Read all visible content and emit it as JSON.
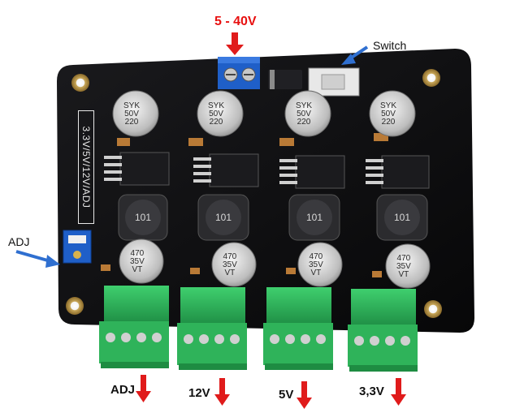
{
  "callouts": {
    "input_voltage": "5 - 40V",
    "switch": "Switch",
    "adj_potentiometer": "ADJ"
  },
  "board": {
    "silkscreen_text": "3.3V/5V/12V/ADJ",
    "input_caps": [
      {
        "line1": "SYK",
        "line2": "50V",
        "line3": "220"
      },
      {
        "line1": "SYK",
        "line2": "50V",
        "line3": "220"
      },
      {
        "line1": "SYK",
        "line2": "50V",
        "line3": "220"
      },
      {
        "line1": "SYK",
        "line2": "50V",
        "line3": "220"
      }
    ],
    "inductor_marking": "101",
    "output_caps": [
      {
        "line1": "470",
        "line2": "35V",
        "line3": "VT"
      },
      {
        "line1": "470",
        "line2": "35V",
        "line3": "VT"
      },
      {
        "line1": "470",
        "line2": "35V",
        "line3": "VT"
      },
      {
        "line1": "470",
        "line2": "35V",
        "line3": "VT"
      }
    ]
  },
  "outputs": [
    {
      "label": "ADJ"
    },
    {
      "label": "12V"
    },
    {
      "label": "5V"
    },
    {
      "label": "3,3V"
    }
  ],
  "colors": {
    "pcb": "#0d0d0f",
    "terminal_green": "#2fb35a",
    "input_terminal_blue": "#1f5fc8",
    "arrow_red": "#e01b1b",
    "callout_arrow_blue": "#2f6fd0"
  }
}
